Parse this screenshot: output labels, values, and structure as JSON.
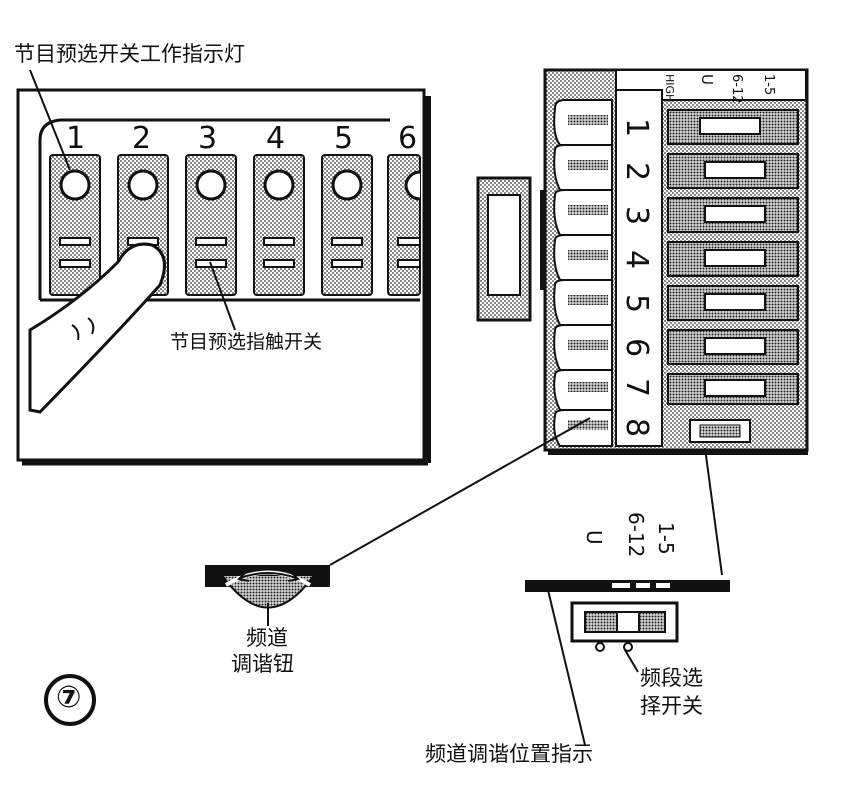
{
  "figure_number": "⑦",
  "labels": {
    "indicator_light": "节目预选开关工作指示灯",
    "touch_switch": "节目预选指触开关",
    "tuning_knob_line1": "频道",
    "tuning_knob_line2": "调谐钮",
    "band_switch_line1": "频段选",
    "band_switch_line2": "择开关",
    "tuning_position": "频道调谐位置指示"
  },
  "left_panel": {
    "buttons": [
      "1",
      "2",
      "3",
      "4",
      "5",
      "6"
    ]
  },
  "right_panel": {
    "channels": [
      "1",
      "2",
      "3",
      "4",
      "5",
      "6",
      "7",
      "8"
    ],
    "header_bands": [
      "HIGH",
      "U",
      "6-12",
      "1-5"
    ]
  },
  "band_scale": {
    "marks": [
      "U",
      "6-12",
      "1-5"
    ]
  }
}
